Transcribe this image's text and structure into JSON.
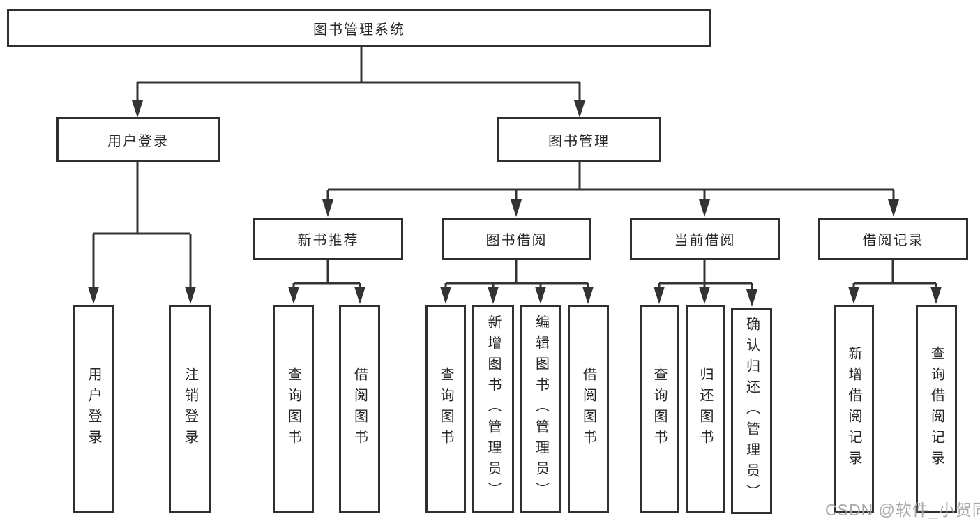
{
  "diagram": {
    "title": "图书管理系统",
    "branches": [
      {
        "label": "用户登录",
        "children": [
          "用户登录",
          "注销登录"
        ]
      },
      {
        "label": "图书管理",
        "sections": [
          {
            "label": "新书推荐",
            "children": [
              "查询图书",
              "借阅图书"
            ]
          },
          {
            "label": "图书借阅",
            "children": [
              "查询图书",
              "新增图书（管理员）",
              "编辑图书（管理员）",
              "借阅图书"
            ]
          },
          {
            "label": "当前借阅",
            "children": [
              "查询图书",
              "归还图书",
              "确认归还（管理员）"
            ]
          },
          {
            "label": "借阅记录",
            "children": [
              "新增借阅记录",
              "查询借阅记录"
            ]
          }
        ]
      }
    ],
    "watermark": "CSDN @软件_小贺同学",
    "colors": {
      "line": "#333333",
      "box_border": "#2f2f2f",
      "text": "#262626",
      "watermark": "#a8a8a8",
      "background": "#ffffff"
    }
  }
}
